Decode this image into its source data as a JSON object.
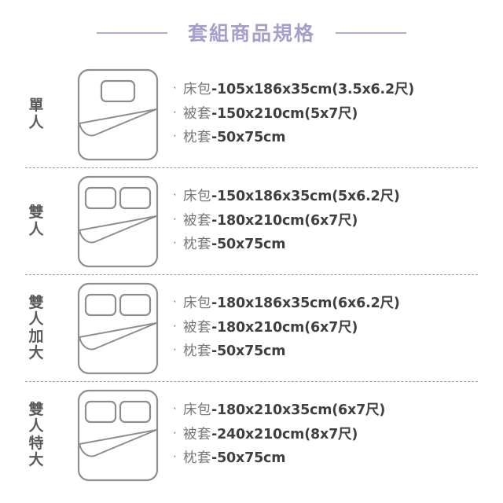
{
  "header": {
    "title": "套組商品規格",
    "accent_color": "#a79ecb",
    "rule_color": "#b3abd4"
  },
  "separator": {
    "style": "dashed",
    "color": "#9a9a9a"
  },
  "icons": {
    "single_bed": "bed-one-pillow-icon",
    "double_bed": "bed-two-pillow-icon"
  },
  "bullet": "·",
  "rows": [
    {
      "label": "單人",
      "label_chars": [
        "單",
        "人"
      ],
      "icon": "bed-one-pillow-icon",
      "pillows": 1,
      "specs": [
        {
          "name": "床包",
          "value": "-105x186x35cm(3.5x6.2尺)"
        },
        {
          "name": "被套",
          "value": "-150x210cm(5x7尺)"
        },
        {
          "name": "枕套",
          "value": "-50x75cm"
        }
      ]
    },
    {
      "label": "雙人",
      "label_chars": [
        "雙",
        "人"
      ],
      "icon": "bed-two-pillow-icon",
      "pillows": 2,
      "specs": [
        {
          "name": "床包",
          "value": "-150x186x35cm(5x6.2尺)"
        },
        {
          "name": "被套",
          "value": "-180x210cm(6x7尺)"
        },
        {
          "name": "枕套",
          "value": "-50x75cm"
        }
      ]
    },
    {
      "label": "雙人加大",
      "label_chars": [
        "雙",
        "人",
        "加",
        "大"
      ],
      "icon": "bed-two-pillow-icon",
      "pillows": 2,
      "specs": [
        {
          "name": "床包",
          "value": "-180x186x35cm(6x6.2尺)"
        },
        {
          "name": "被套",
          "value": "-180x210cm(6x7尺)"
        },
        {
          "name": "枕套",
          "value": "-50x75cm"
        }
      ]
    },
    {
      "label": "雙人特大",
      "label_chars": [
        "雙",
        "人",
        "特",
        "大"
      ],
      "icon": "bed-two-pillow-icon",
      "pillows": 2,
      "specs": [
        {
          "name": "床包",
          "value": "-180x210x35cm(6x7尺)"
        },
        {
          "name": "被套",
          "value": "-240x210cm(8x7尺)"
        },
        {
          "name": "枕套",
          "value": "-50x75cm"
        }
      ]
    }
  ]
}
